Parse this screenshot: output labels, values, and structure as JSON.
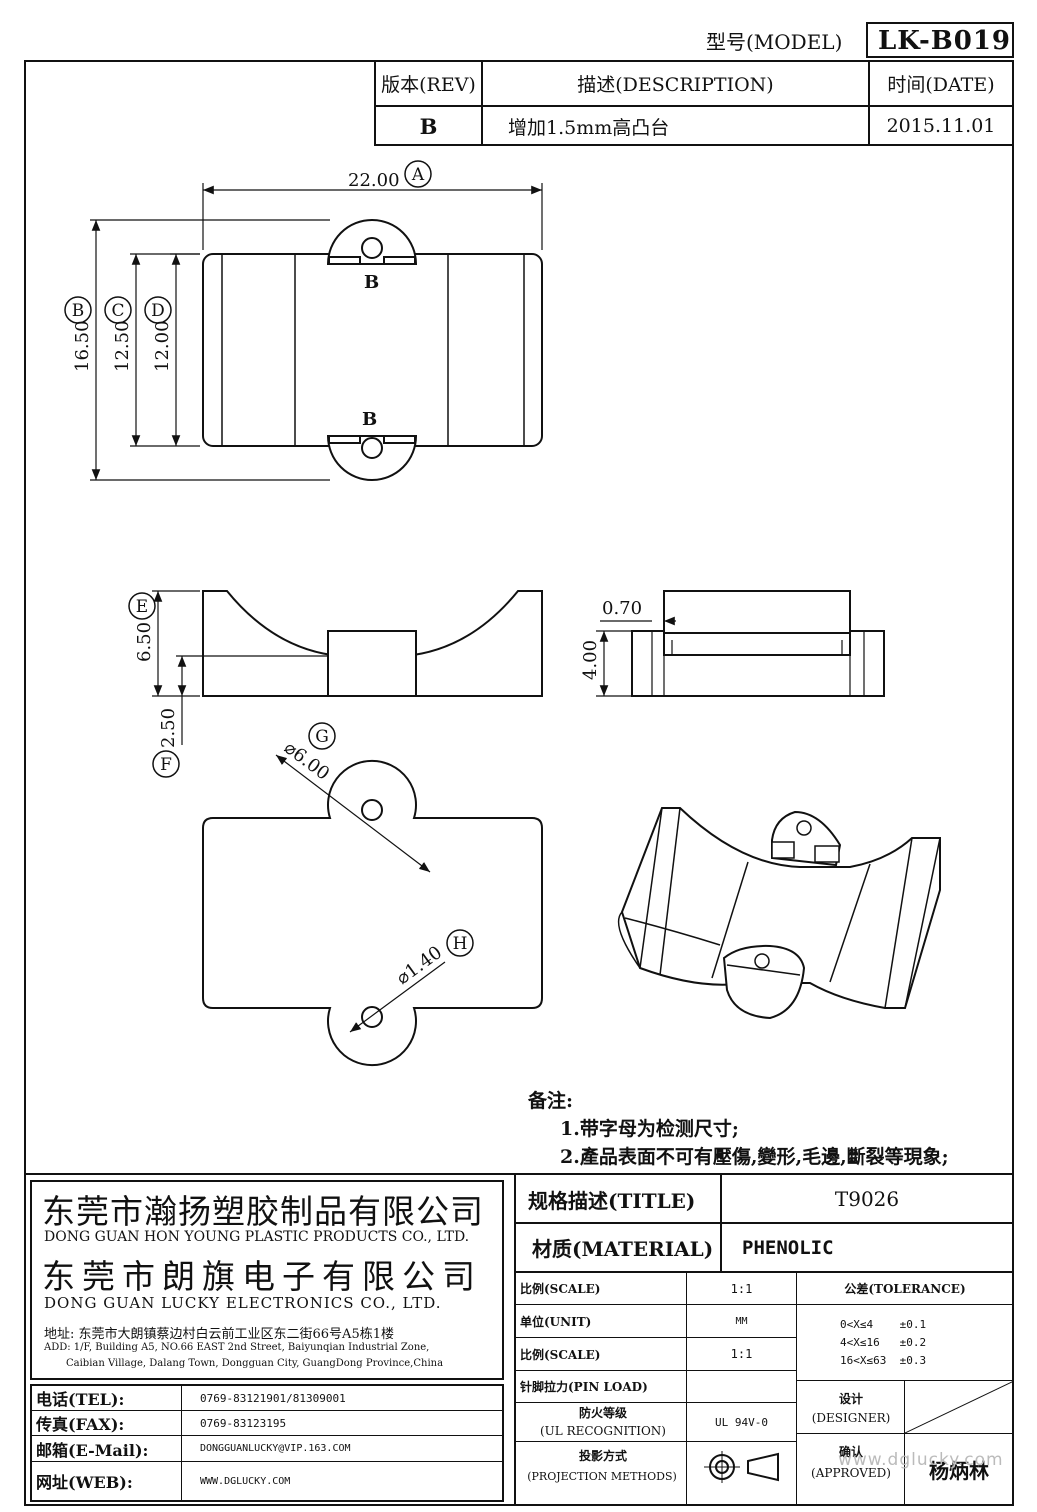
{
  "header": {
    "model_label": "型号(MODEL)",
    "model_value": "LK-B019"
  },
  "revision": {
    "rev_header": "版本(REV)",
    "desc_header": "描述(DESCRIPTION)",
    "date_header": "时间(DATE)",
    "rev_value": "B",
    "desc_value": "增加1.5mm高凸台",
    "date_value": "2015.11.01"
  },
  "dimensions": {
    "a_value": "22.00",
    "a_marker": "A",
    "b_value": "16.50",
    "b_marker": "B",
    "c_value": "12.50",
    "c_marker": "C",
    "d_value": "12.00",
    "d_marker": "D",
    "e_value": "6.50",
    "e_marker": "E",
    "f_value": "2.50",
    "f_marker": "F",
    "g_value": "⌀6.00",
    "g_marker": "G",
    "h_value": "⌀1.40",
    "h_marker": "H",
    "side_wall": "0.70",
    "side_height": "4.00",
    "boss_label_top": "B",
    "boss_label_bottom": "B"
  },
  "notes": {
    "title": "备注:",
    "line1": "1.带字母为检测尺寸;",
    "line2": "2.產品表面不可有壓傷,變形,毛邊,斷裂等現象;"
  },
  "company": {
    "name_cn_1": "东莞市瀚扬塑胶制品有限公司",
    "name_en_1": "DONG GUAN HON YOUNG PLASTIC PRODUCTS CO., LTD.",
    "name_cn_2": "东莞市朗旗电子有限公司",
    "name_en_2": "DONG GUAN LUCKY ELECTRONICS CO., LTD.",
    "address_cn": "地址: 东莞市大朗镇蔡边村白云前工业区东二街66号A5栋1楼",
    "address_en_1": "ADD: 1/F, Building A5, NO.66 EAST 2nd Street, Baiyunqian Industrial Zone,",
    "address_en_2": "Caibian Village, Dalang Town, Dongguan City, GuangDong Province,China"
  },
  "contact": {
    "tel_label": "电话(TEL):",
    "tel_value": "0769-83121901/81309001",
    "fax_label": "传真(FAX):",
    "fax_value": "0769-83123195",
    "email_label": "邮箱(E-Mail):",
    "email_value": "DONGGUANLUCKY@VIP.163.COM",
    "web_label": "网址(WEB):",
    "web_value": "WWW.DGLUCKY.COM"
  },
  "spec": {
    "title_label": "规格描述(TITLE)",
    "title_value": "T9026",
    "material_label": "材质(MATERIAL)",
    "material_value": "PHENOLIC",
    "scale_label": "比例(SCALE)",
    "scale_value": "1:1",
    "unit_label": "单位(UNIT)",
    "unit_value": "MM",
    "scale2_label": "比例(SCALE)",
    "scale2_value": "1:1",
    "pin_label": "针脚拉力(PIN LOAD)",
    "pin_value": "",
    "ul_label_1": "防火等级",
    "ul_label_2": "(UL RECOGNITION)",
    "ul_value": "UL 94V-0",
    "proj_label_1": "投影方式",
    "proj_label_2": "(PROJECTION METHODS)",
    "tolerance_label": "公差(TOLERANCE)",
    "tol_1": "0<X≤4    ±0.1",
    "tol_2": "4<X≤16   ±0.2",
    "tol_3": "16<X≤63  ±0.3",
    "designer_1": "设计",
    "designer_2": "(DESIGNER)",
    "designer_value": "",
    "approved_1": "确认",
    "approved_2": "(APPROVED)",
    "approved_value": "杨炳林",
    "watermark": "www.dglucky.com"
  }
}
